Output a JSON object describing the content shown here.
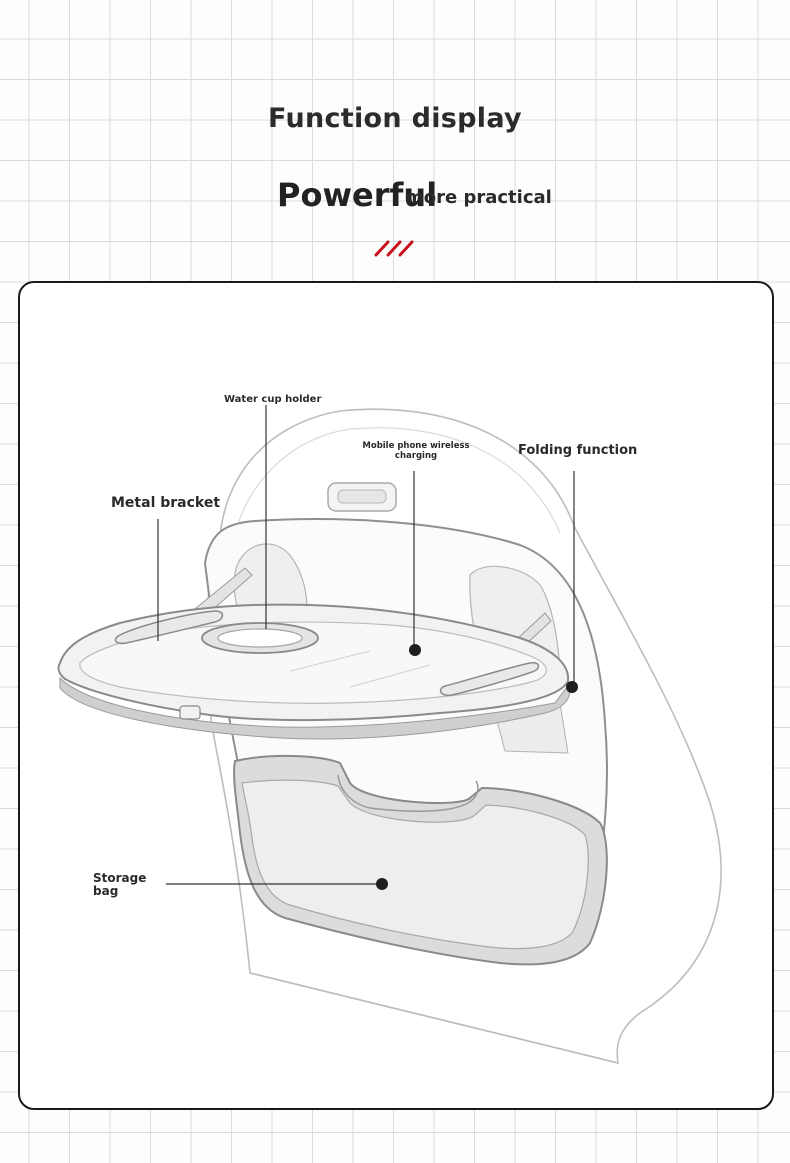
{
  "header": {
    "title": "Function display",
    "subtitle_big": "Powerful",
    "subtitle_small": "more practical",
    "accent_color": "#c8101c"
  },
  "callouts": {
    "water_cup_holder": "Water cup holder",
    "phone_charging": "Mobile phone wireless charging",
    "folding_function": "Folding function",
    "metal_bracket": "Metal bracket",
    "storage_bag": "Storage bag"
  }
}
